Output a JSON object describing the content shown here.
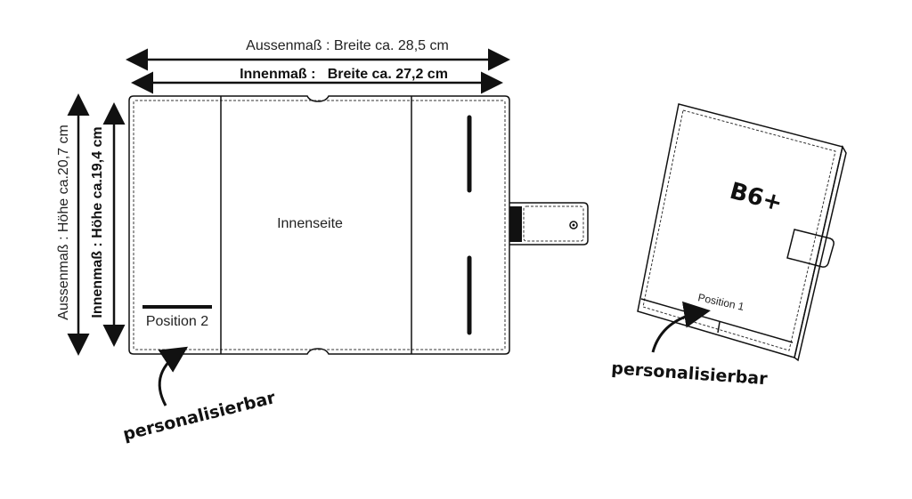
{
  "dimensions": {
    "outer_width": "Aussenmaß : Breite ca. 28,5 cm",
    "inner_width": "Innenmaß :   Breite ca. 27,2 cm",
    "outer_height": "Aussenmaß : Höhe ca.20,7 cm",
    "inner_height": "Innenmaß : Höhe ca.19,4 cm"
  },
  "open_cover": {
    "inside_label": "Innenseite",
    "position_label": "Position 2",
    "personalizable_label": "personalisierbar"
  },
  "closed_cover": {
    "format_label": "B6+",
    "position_label": "Position 1",
    "personalizable_label": "personalisierbar"
  }
}
